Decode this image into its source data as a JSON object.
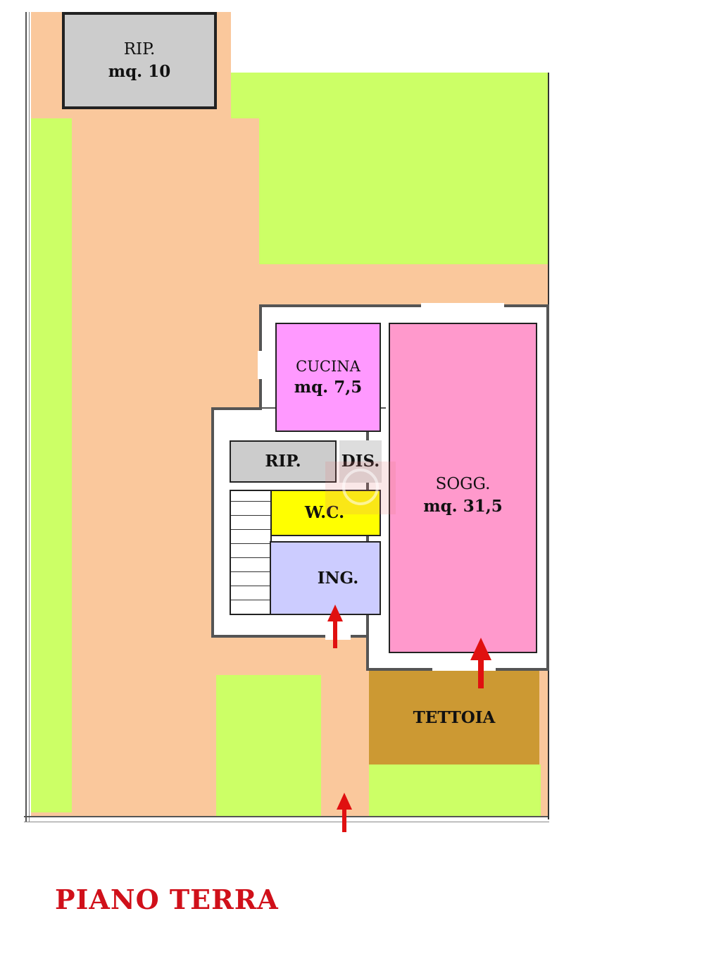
{
  "title": "PIANO TERRA",
  "rooms": {
    "rip_top": {
      "name": "RIP.",
      "area": "mq. 10"
    },
    "cucina": {
      "name": "CUCINA",
      "area": "mq. 7,5"
    },
    "rip": {
      "name": "RIP."
    },
    "dis": {
      "name": "DIS."
    },
    "wc": {
      "name": "W.C."
    },
    "ing": {
      "name": "ING."
    },
    "sogg": {
      "name": "SOGG.",
      "area": "mq. 31,5"
    },
    "tettoia": {
      "name": "TETTOIA"
    }
  },
  "colors": {
    "courtyard": "#FAC89C",
    "garden": "#CCFF66",
    "storage": "#CCCCCC",
    "cucina": "#FF99FF",
    "sogg": "#FF99CC",
    "wc": "#FFFF00",
    "ing": "#CCCCFF",
    "tettoia": "#CC9933",
    "arrow": "#E01010",
    "title": "#D0101A"
  }
}
